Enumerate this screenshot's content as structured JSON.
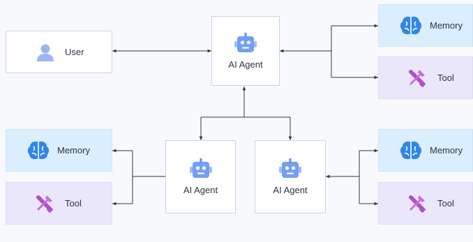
{
  "nodes": {
    "user": {
      "label": "User",
      "icon": "user-icon"
    },
    "top_agent": {
      "label": "AI Agent",
      "icon": "robot-icon"
    },
    "left_agent": {
      "label": "AI Agent",
      "icon": "robot-icon"
    },
    "right_agent": {
      "label": "AI Agent",
      "icon": "robot-icon"
    },
    "top_memory": {
      "label": "Memory",
      "icon": "brain-icon"
    },
    "top_tool": {
      "label": "Tool",
      "icon": "tools-icon"
    },
    "left_memory": {
      "label": "Memory",
      "icon": "brain-icon"
    },
    "left_tool": {
      "label": "Tool",
      "icon": "tools-icon"
    },
    "right_memory": {
      "label": "Memory",
      "icon": "brain-icon"
    },
    "right_tool": {
      "label": "Tool",
      "icon": "tools-icon"
    }
  },
  "colors": {
    "line": "#2e3543",
    "agent_icon": "#5b8df5",
    "user_icon": "#9fb4ee",
    "brain": "#2f86e8",
    "tool": "#b04fc8",
    "box_border": "#c9d3e6"
  }
}
